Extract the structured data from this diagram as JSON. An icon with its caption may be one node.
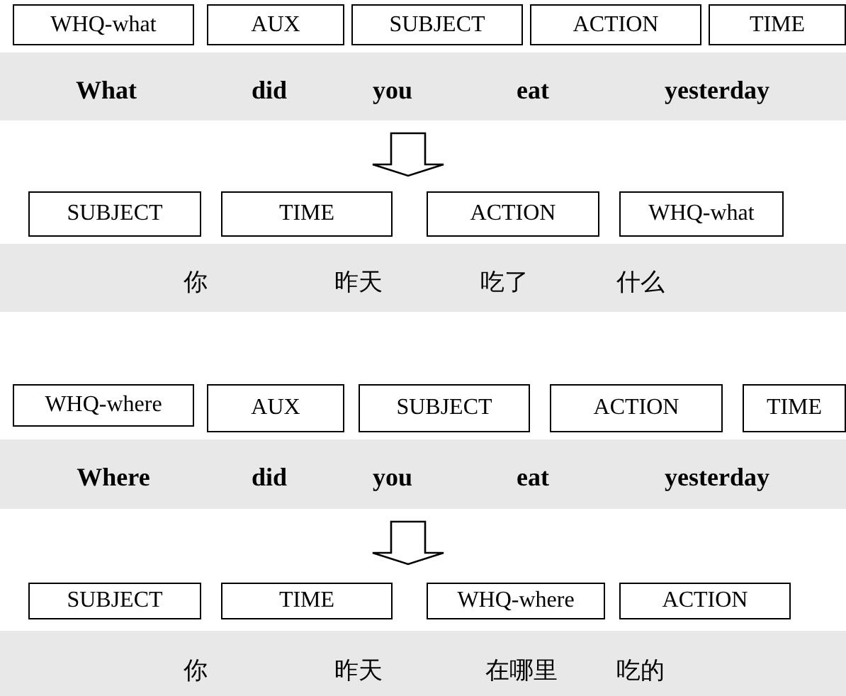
{
  "diagram": {
    "nodes": [
      {
        "text": [
          "WHQ-what"
        ]
      },
      {
        "text": [
          "AUX"
        ]
      },
      {
        "text": [
          "SUBJECT"
        ]
      },
      {
        "text": [
          "ACTION"
        ]
      },
      {
        "text": [
          "TIME"
        ]
      },
      {
        "text": [
          "What",
          "did",
          "you",
          "eat",
          "yesterday"
        ]
      },
      {
        "text": [
          "SUBJECT"
        ]
      },
      {
        "text": [
          "TIME"
        ]
      },
      {
        "text": [
          "ACTION"
        ]
      },
      {
        "text": [
          "WHQ-what"
        ]
      },
      {
        "text": [
          "你",
          "昨天",
          "吃了",
          "什么"
        ]
      },
      {
        "text": [
          "WHQ-where"
        ]
      },
      {
        "text": [
          "AUX"
        ]
      },
      {
        "text": [
          "SUBJECT"
        ]
      },
      {
        "text": [
          "ACTION"
        ]
      },
      {
        "text": [
          "TIME"
        ]
      },
      {
        "text": [
          "Where",
          "did",
          "you",
          "eat",
          "yesterday"
        ]
      },
      {
        "text": [
          "SUBJECT"
        ]
      },
      {
        "text": [
          "TIME"
        ]
      },
      {
        "text": [
          "WHQ-where"
        ]
      },
      {
        "text": [
          "ACTION"
        ]
      },
      {
        "text": [
          "你",
          "昨天",
          "在哪里",
          "吃的"
        ]
      }
    ],
    "edges": [
      {
        "from": 5,
        "to": null,
        "arrow": "to"
      },
      {
        "from": 16,
        "to": null,
        "arrow": "to"
      }
    ]
  }
}
